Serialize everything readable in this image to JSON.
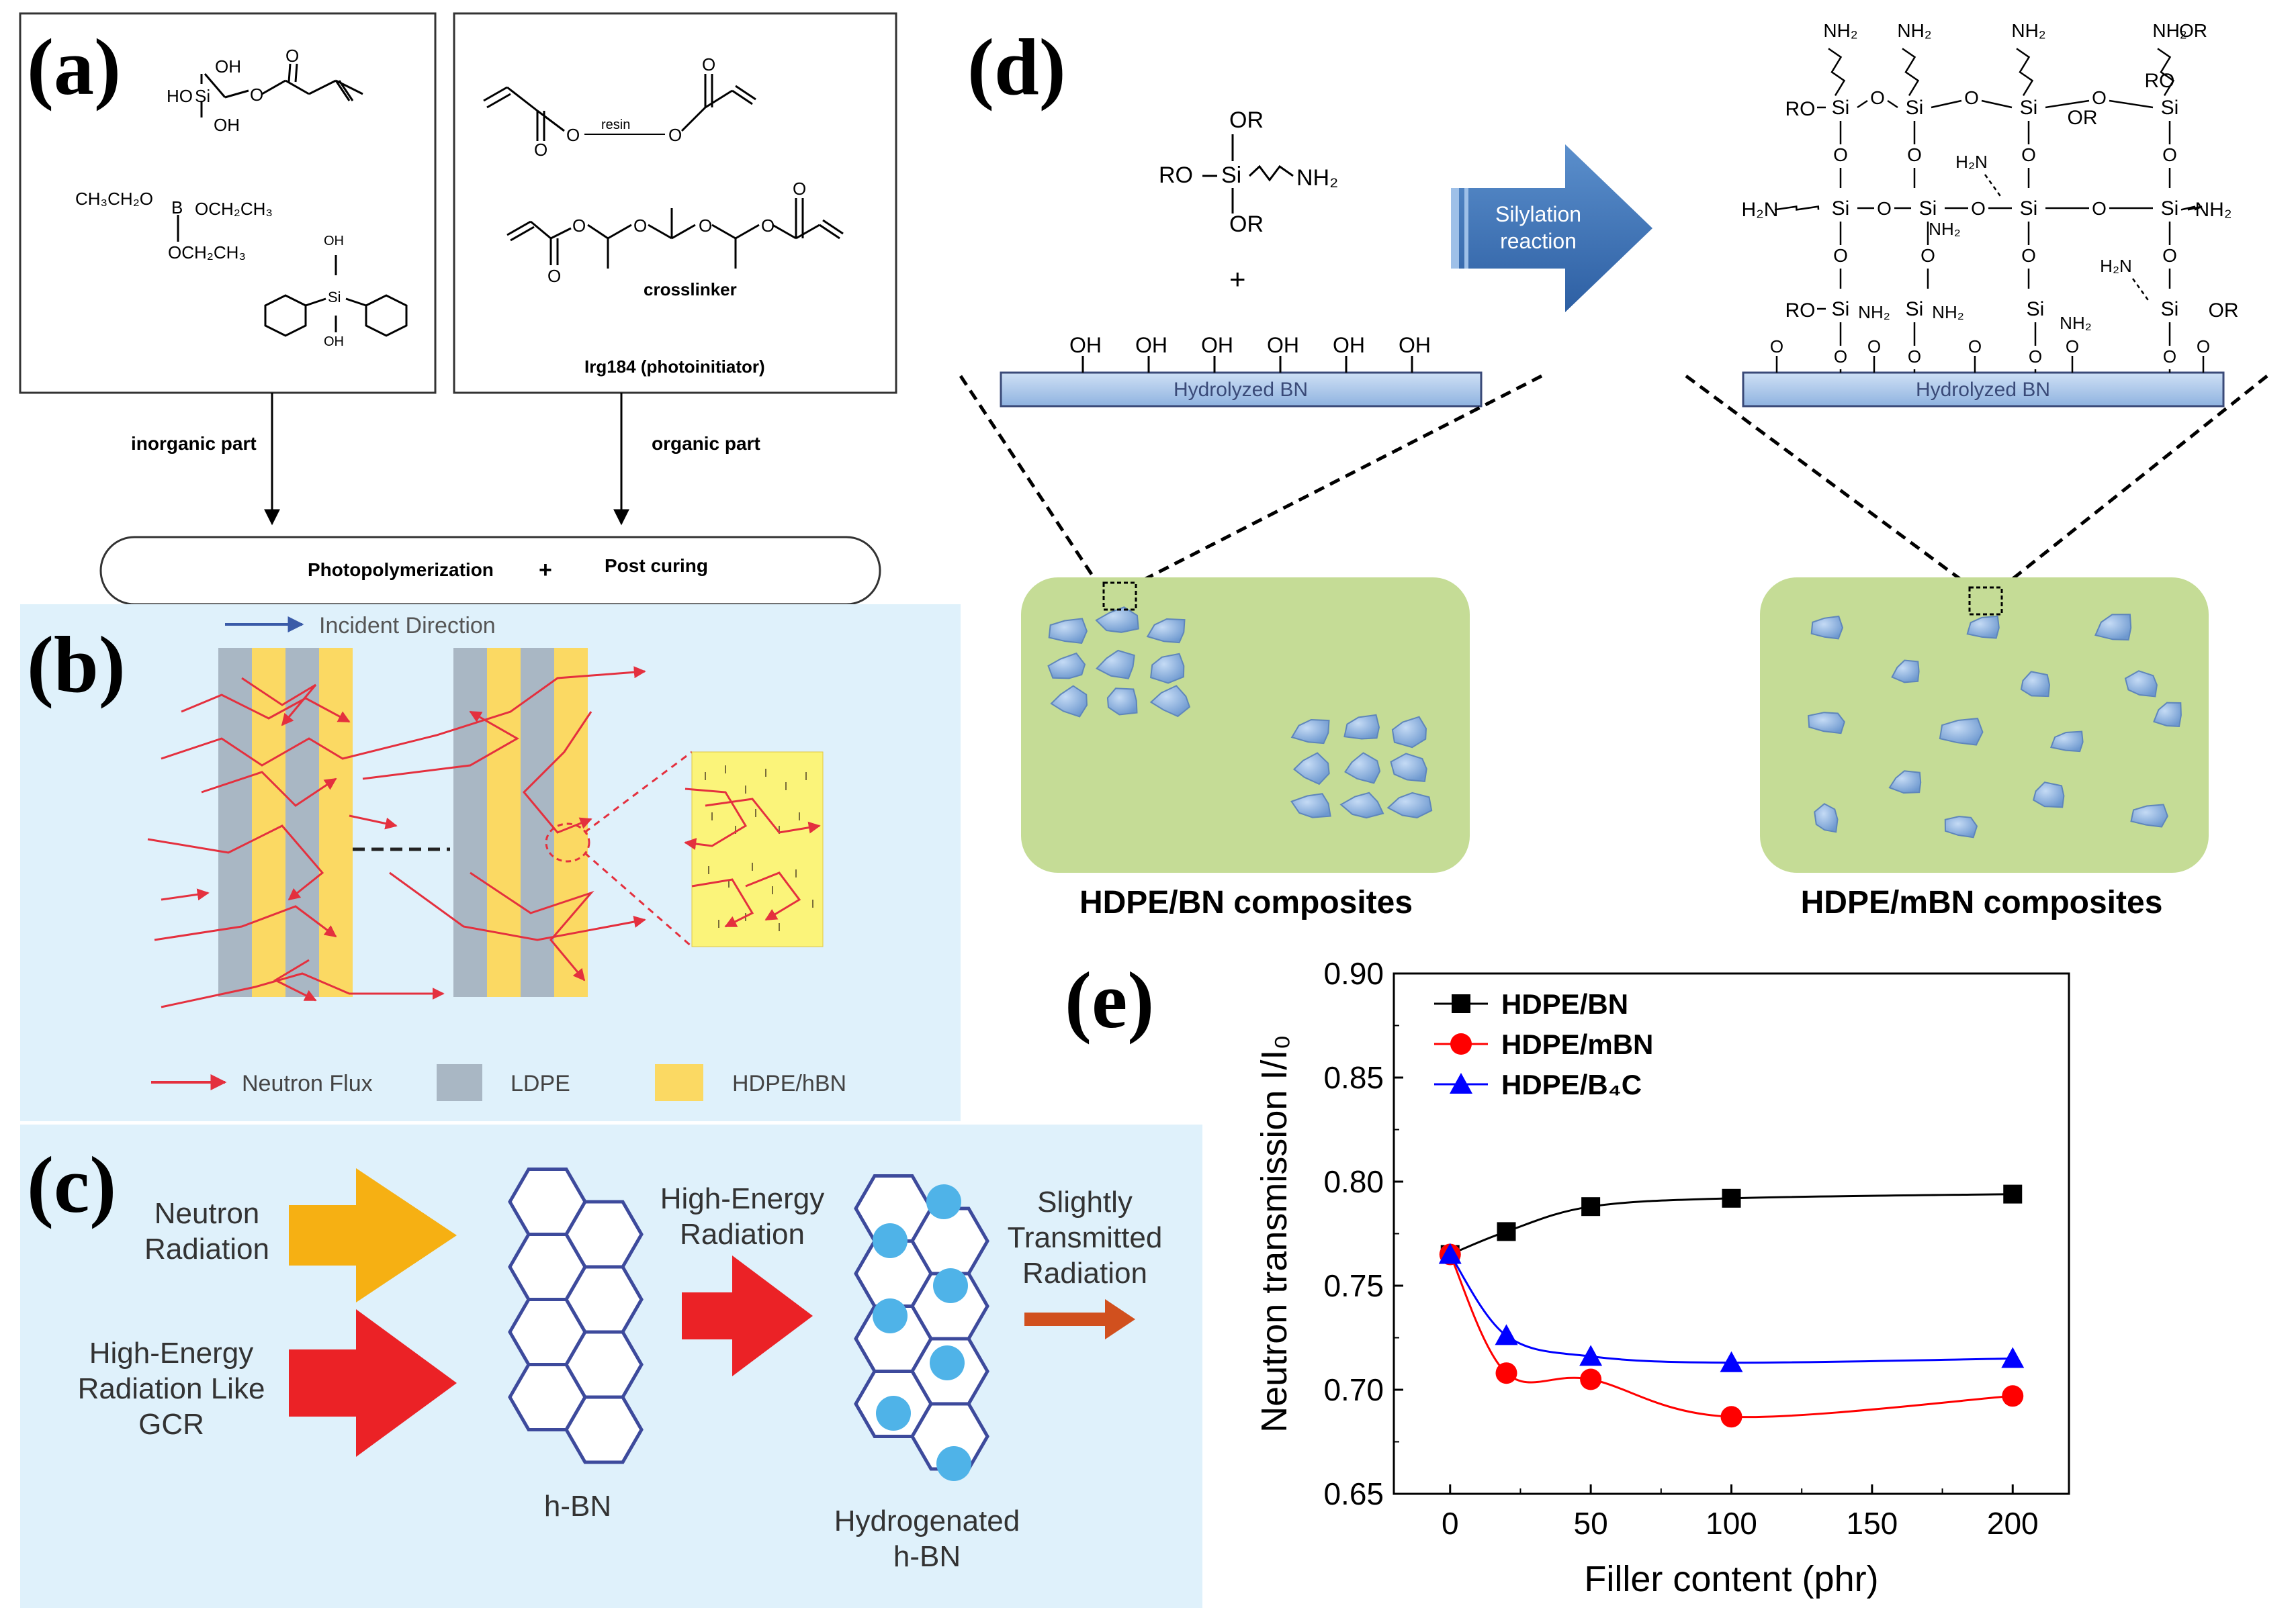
{
  "panels": {
    "a": {
      "label": "(a)",
      "inorganic": {
        "mol1_oh_top": "OH",
        "mol1_ho": "HO",
        "mol1_si": "Si",
        "mol1_oh_bot": "OH",
        "mol1_o": "O",
        "mol1_o_carbonyl": "O",
        "borate_b": "B",
        "borate_left": "CH₃CH₂O",
        "borate_right": "OCH₂CH₃",
        "borate_bottom": "OCH₂CH₃",
        "silanol_oh_top": "OH",
        "silanol_si": "Si",
        "silanol_oh_bot": "OH"
      },
      "organic": {
        "resin": "resin",
        "o_left": "O",
        "o_right": "O",
        "o_c1": "O",
        "o_c2": "O",
        "x_o1": "O",
        "x_o2": "O",
        "x_o3": "O",
        "x_o4": "O",
        "x_o5": "O",
        "x_o6": "O",
        "crosslinker": "crosslinker",
        "photoinitiator": "Irg184 (photoinitiator)"
      },
      "inorganic_part": "inorganic part",
      "organic_part": "organic part",
      "photopolymerization": "Photopolymerization",
      "plus": "+",
      "post_curing": "Post curing"
    },
    "b": {
      "label": "(b)",
      "incident_direction": "Incident Direction",
      "legend_neutron_flux": "Neutron Flux",
      "legend_ldpe": "LDPE",
      "legend_hdpe_hbn": "HDPE/hBN",
      "bg_color": "#dff1fb",
      "ldpe_color": "#a9b7c4",
      "hdpe_color": "#fbd963",
      "arrow_color": "#e4303e"
    },
    "c": {
      "label": "(c)",
      "neutron_line1": "Neutron",
      "neutron_line2": "Radiation",
      "gcr_line1": "High-Energy",
      "gcr_line2": "Radiation Like",
      "gcr_line3": "GCR",
      "hbn": "h-BN",
      "high_energy_line1": "High-Energy",
      "high_energy_line2": "Radiation",
      "hydrogenated_line1": "Hydrogenated",
      "hydrogenated_line2": "h-BN",
      "slightly_line1": "Slightly",
      "slightly_line2": "Transmitted",
      "slightly_line3": "Radiation",
      "bg_color": "#dff1fb",
      "yellow_arrow": "#f6b013",
      "red_arrow": "#eb2226",
      "dot_color": "#4fb3e8",
      "hex_color": "#3d4a9c"
    },
    "d": {
      "label": "(d)",
      "silane_or_top": "OR",
      "silane_ro": "RO",
      "silane_si": "Si",
      "silane_nh2": "NH₂",
      "silane_or_bot": "OR",
      "plus": "+",
      "oh": "OH",
      "hydrolyzed_bn": "Hydrolyzed BN",
      "reaction_line1": "Silylation",
      "reaction_line2": "reaction",
      "nh2": "NH₂",
      "h2n": "H₂N",
      "si": "Si",
      "o": "O",
      "ro": "RO",
      "or": "OR",
      "hdpe_bn": "HDPE/BN composites",
      "hdpe_mbn": "HDPE/mBN composites",
      "composite_bg": "#c5dc96",
      "particle_color": "#8fb6e3"
    },
    "e": {
      "label": "(e)"
    }
  },
  "chart_data": {
    "type": "line",
    "title": "",
    "xlabel": "Filler content (phr)",
    "ylabel": "Neutron transmission I/I₀",
    "xlim": [
      -20,
      220
    ],
    "ylim": [
      0.65,
      0.9
    ],
    "xticks": [
      0,
      50,
      100,
      150,
      200
    ],
    "yticks": [
      0.65,
      0.7,
      0.75,
      0.8,
      0.85,
      0.9
    ],
    "xtick_labels": [
      "0",
      "50",
      "100",
      "150",
      "200"
    ],
    "ytick_labels": [
      "0.65",
      "0.70",
      "0.75",
      "0.80",
      "0.85",
      "0.90"
    ],
    "legend_position": "top-left",
    "grid": false,
    "series": [
      {
        "name": "HDPE/BN",
        "marker": "square",
        "color": "#000000",
        "x": [
          0,
          20,
          50,
          100,
          200
        ],
        "y": [
          0.765,
          0.776,
          0.788,
          0.792,
          0.794
        ]
      },
      {
        "name": "HDPE/mBN",
        "marker": "circle",
        "color": "#ff0000",
        "x": [
          0,
          20,
          50,
          100,
          200
        ],
        "y": [
          0.765,
          0.708,
          0.705,
          0.687,
          0.697
        ]
      },
      {
        "name": "HDPE/B₄C",
        "marker": "triangle",
        "color": "#0000ff",
        "x": [
          0,
          20,
          50,
          100,
          200
        ],
        "y": [
          0.765,
          0.726,
          0.716,
          0.713,
          0.715
        ]
      }
    ]
  }
}
